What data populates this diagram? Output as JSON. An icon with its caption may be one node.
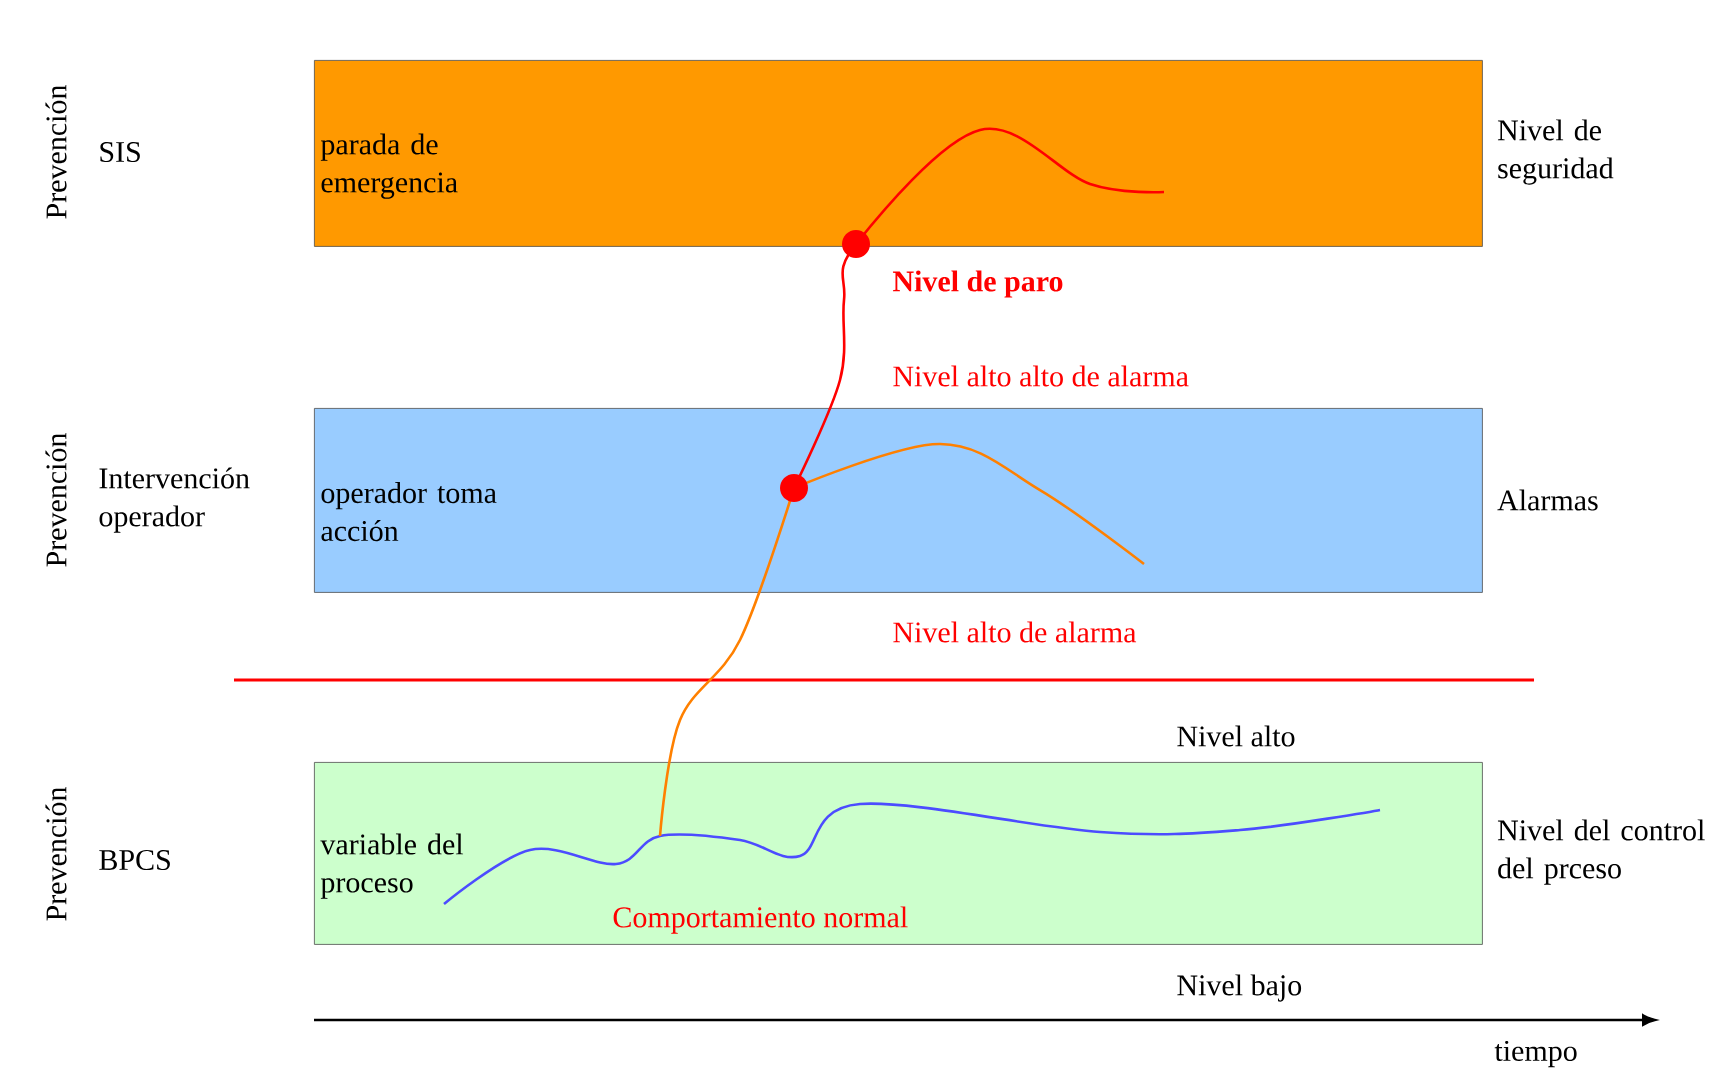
{
  "diagram": {
    "nodes": [
      {
        "text": [
          "parada de emergencia"
        ],
        "beside": [
          "Nivel de seguridad"
        ]
      },
      {
        "text": [
          "operador toma acción"
        ],
        "beside": [
          "Alarmas"
        ]
      },
      {
        "text": [
          "variable del proceso"
        ],
        "beside": [
          "Nivel del control del prceso"
        ]
      }
    ],
    "labels": [
      "Prevención",
      "SIS",
      "Nivel de paro",
      "Nivel alto alto de alarma",
      "Prevención",
      "Intervención operador",
      "Nivel alto de alarma",
      "Nivel alto",
      "Prevención",
      "BPCS",
      "Comportamiento normal",
      "Nivel bajo",
      "tiempo"
    ]
  }
}
